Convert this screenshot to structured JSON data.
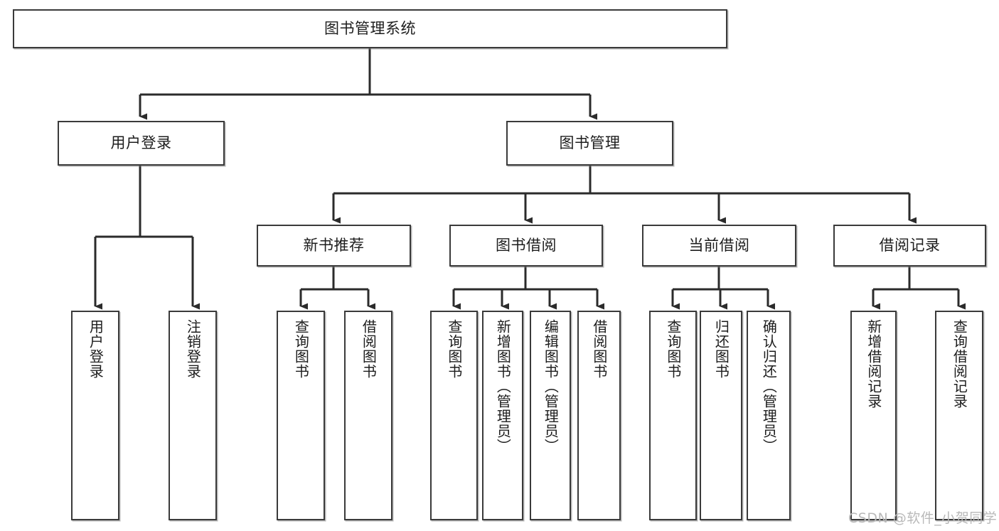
{
  "diagram": {
    "type": "tree-hierarchy",
    "title": "图书管理系统",
    "orientation": "top-down",
    "colors": {
      "box_border": "#3a3a3a",
      "box_fill": "#ffffff",
      "connector": "#2b2b2b",
      "text": "#1d1d1d",
      "watermark": "#b9b9b9"
    },
    "levels": {
      "level0": [
        {
          "id": "root",
          "label": "图书管理系统",
          "orientation": "horizontal"
        }
      ],
      "level1": [
        {
          "id": "user-login",
          "label": "用户登录",
          "orientation": "horizontal"
        },
        {
          "id": "book-manage",
          "label": "图书管理",
          "orientation": "horizontal"
        }
      ],
      "level2": [
        {
          "id": "new-book-recommend",
          "label": "新书推荐",
          "orientation": "horizontal"
        },
        {
          "id": "book-borrow",
          "label": "图书借阅",
          "orientation": "horizontal"
        },
        {
          "id": "current-borrow",
          "label": "当前借阅",
          "orientation": "horizontal"
        },
        {
          "id": "borrow-record",
          "label": "借阅记录",
          "orientation": "horizontal"
        }
      ],
      "level3": [
        {
          "id": "leaf-user-login",
          "label": "用户登录",
          "parent": "user-login",
          "orientation": "vertical"
        },
        {
          "id": "leaf-logout-login",
          "label": "注销登录",
          "parent": "user-login",
          "orientation": "vertical"
        },
        {
          "id": "leaf-query-book-1",
          "label": "查询图书",
          "parent": "new-book-recommend",
          "orientation": "vertical"
        },
        {
          "id": "leaf-borrow-book-1",
          "label": "借阅图书",
          "parent": "new-book-recommend",
          "orientation": "vertical"
        },
        {
          "id": "leaf-query-book-2",
          "label": "查询图书",
          "parent": "book-borrow",
          "orientation": "vertical"
        },
        {
          "id": "leaf-add-book",
          "label": "新增图书（管理员）",
          "parent": "book-borrow",
          "orientation": "vertical"
        },
        {
          "id": "leaf-edit-book",
          "label": "编辑图书（管理员）",
          "parent": "book-borrow",
          "orientation": "vertical"
        },
        {
          "id": "leaf-borrow-book-2",
          "label": "借阅图书",
          "parent": "book-borrow",
          "orientation": "vertical"
        },
        {
          "id": "leaf-query-book-3",
          "label": "查询图书",
          "parent": "current-borrow",
          "orientation": "vertical"
        },
        {
          "id": "leaf-return-book",
          "label": "归还图书",
          "parent": "current-borrow",
          "orientation": "vertical"
        },
        {
          "id": "leaf-confirm-return",
          "label": "确认归还（管理员）",
          "parent": "current-borrow",
          "orientation": "vertical"
        },
        {
          "id": "leaf-add-borrow-record",
          "label": "新增借阅记录",
          "parent": "borrow-record",
          "orientation": "vertical"
        },
        {
          "id": "leaf-query-borrow-record",
          "label": "查询借阅记录",
          "parent": "borrow-record",
          "orientation": "vertical"
        }
      ]
    }
  },
  "watermark": {
    "text": "CSDN @软件_小贺同学"
  }
}
